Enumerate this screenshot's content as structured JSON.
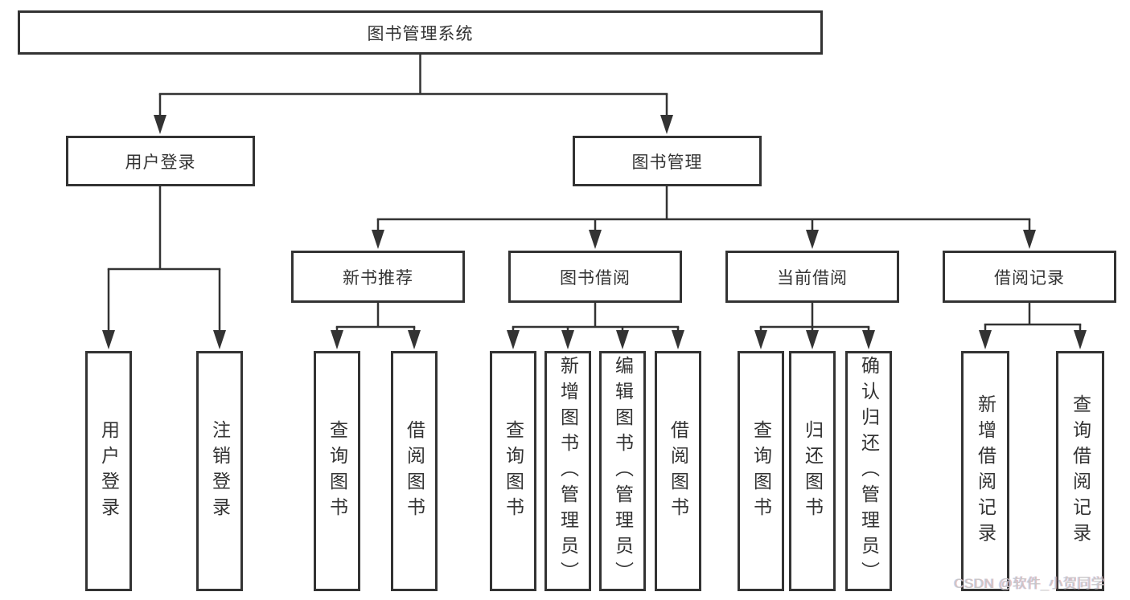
{
  "diagram": {
    "title": "图书管理系统",
    "nodes": {
      "root": "图书管理系统",
      "user_login": "用户登录",
      "book_management": "图书管理",
      "new_book_recommend": "新书推荐",
      "book_borrowing": "图书借阅",
      "current_borrowing": "当前借阅",
      "borrowing_records": "借阅记录",
      "leaf_user_login": "用户登录",
      "leaf_logout_login": "注销登录",
      "leaf_query_books_recommend": "查询图书",
      "leaf_borrow_books_recommend": "借阅图书",
      "leaf_query_books_borrowing": "查询图书",
      "leaf_add_books_admin": "新增图书（管理员）",
      "leaf_edit_books_admin": "编辑图书（管理员）",
      "leaf_borrow_books_borrowing": "借阅图书",
      "leaf_query_books_current": "查询图书",
      "leaf_return_books": "归还图书",
      "leaf_confirm_return_admin": "确认归还（管理员）",
      "leaf_add_borrow_record": "新增借阅记录",
      "leaf_query_borrow_record": "查询借阅记录"
    },
    "colors": {
      "line": "#333333",
      "box_border": "#333333",
      "text": "#333333",
      "background": "#ffffff",
      "watermark": "#c8c8c8"
    }
  },
  "watermark": "CSDN @软件_小贺同学"
}
